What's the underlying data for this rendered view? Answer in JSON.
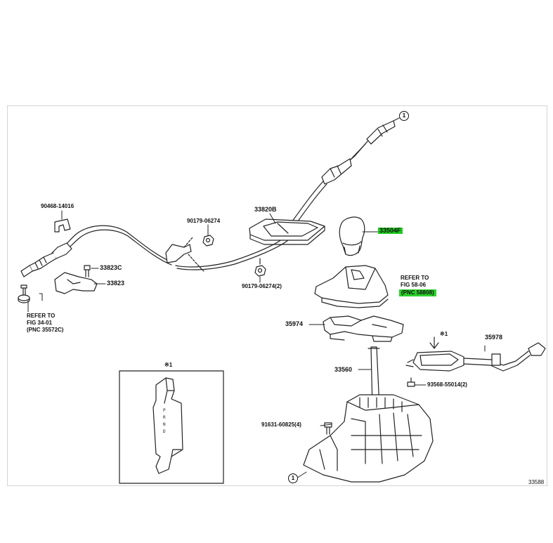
{
  "diagram_id": "33588",
  "callouts": {
    "top": "1",
    "bottom": "1"
  },
  "parts": {
    "p90468": "90468-14016",
    "p90179a": "90179-06274",
    "p33820b": "33820B",
    "p33504f": "33504F",
    "p33823c": "33823C",
    "p33823": "33823",
    "p90179b": "90179-06274(2)",
    "p35974": "35974",
    "p35978": "35978",
    "p33560": "33560",
    "p93568": "93568-55014(2)",
    "p91631": "91631-60825(4)"
  },
  "refs": {
    "left": {
      "line1": "REFER TO",
      "line2": "FIG 34-01",
      "line3": "(PNC 35572C)"
    },
    "right": {
      "line1": "REFER TO",
      "line2": "FIG 58-06",
      "line3": "(PNC 58808)"
    }
  },
  "marks": {
    "inset": "※1",
    "shifter": "※1"
  },
  "highlight_color": "#22cc22"
}
